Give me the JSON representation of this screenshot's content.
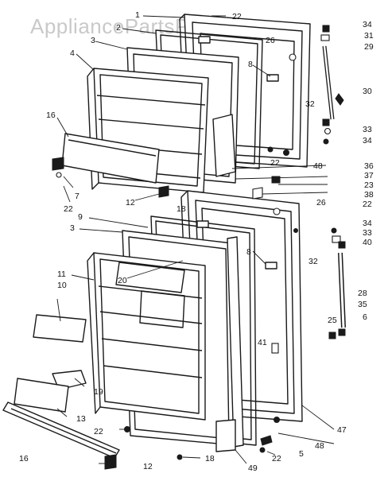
{
  "watermark": "AppliancePartsPros.com",
  "callouts": [
    {
      "id": "c1",
      "text": "1"
    },
    {
      "id": "c2",
      "text": "2"
    },
    {
      "id": "c22a",
      "text": "22"
    },
    {
      "id": "c34a",
      "text": "34"
    },
    {
      "id": "c31",
      "text": "31"
    },
    {
      "id": "c26a",
      "text": "26"
    },
    {
      "id": "c3a",
      "text": "3"
    },
    {
      "id": "c29",
      "text": "29"
    },
    {
      "id": "c4",
      "text": "4"
    },
    {
      "id": "c8a",
      "text": "8"
    },
    {
      "id": "c30",
      "text": "30"
    },
    {
      "id": "c32a",
      "text": "32"
    },
    {
      "id": "c16a",
      "text": "16"
    },
    {
      "id": "c33a",
      "text": "33"
    },
    {
      "id": "c34b",
      "text": "34"
    },
    {
      "id": "c22b",
      "text": "22"
    },
    {
      "id": "c48a",
      "text": "48"
    },
    {
      "id": "c7",
      "text": "7"
    },
    {
      "id": "c22c",
      "text": "22"
    },
    {
      "id": "c36",
      "text": "36"
    },
    {
      "id": "c37",
      "text": "37"
    },
    {
      "id": "c23",
      "text": "23"
    },
    {
      "id": "c38",
      "text": "38"
    },
    {
      "id": "c12a",
      "text": "12"
    },
    {
      "id": "c18a",
      "text": "18"
    },
    {
      "id": "c26b",
      "text": "26"
    },
    {
      "id": "c22d",
      "text": "22"
    },
    {
      "id": "c9",
      "text": "9"
    },
    {
      "id": "c34c",
      "text": "34"
    },
    {
      "id": "c3b",
      "text": "3"
    },
    {
      "id": "c33b",
      "text": "33"
    },
    {
      "id": "c40",
      "text": "40"
    },
    {
      "id": "c8b",
      "text": "8"
    },
    {
      "id": "c32b",
      "text": "32"
    },
    {
      "id": "c11",
      "text": "11"
    },
    {
      "id": "c20",
      "text": "20"
    },
    {
      "id": "c10",
      "text": "10"
    },
    {
      "id": "c28",
      "text": "28"
    },
    {
      "id": "c35",
      "text": "35"
    },
    {
      "id": "c25",
      "text": "25"
    },
    {
      "id": "c6",
      "text": "6"
    },
    {
      "id": "c41",
      "text": "41"
    },
    {
      "id": "c19",
      "text": "19"
    },
    {
      "id": "c13",
      "text": "13"
    },
    {
      "id": "c22e",
      "text": "22"
    },
    {
      "id": "c47",
      "text": "47"
    },
    {
      "id": "c48b",
      "text": "48"
    },
    {
      "id": "c5",
      "text": "5"
    },
    {
      "id": "c16b",
      "text": "16"
    },
    {
      "id": "c12b",
      "text": "12"
    },
    {
      "id": "c18b",
      "text": "18"
    },
    {
      "id": "c22f",
      "text": "22"
    },
    {
      "id": "c49",
      "text": "49"
    }
  ]
}
